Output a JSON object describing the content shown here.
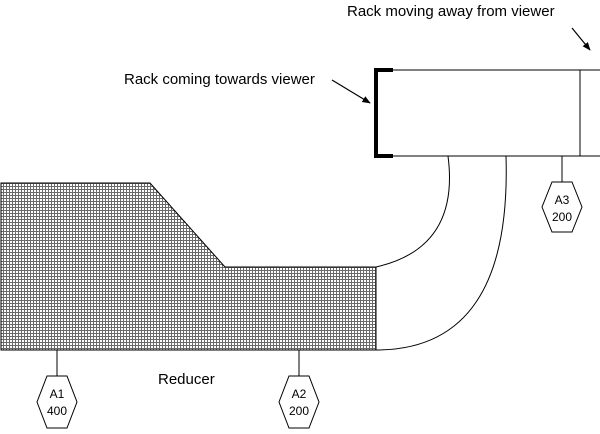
{
  "labels": {
    "rack_away": "Rack moving away from viewer",
    "rack_towards": "Rack coming towards viewer",
    "reducer": "Reducer"
  },
  "tags": [
    {
      "id": "A1",
      "value": "400"
    },
    {
      "id": "A2",
      "value": "200"
    },
    {
      "id": "A3",
      "value": "200"
    }
  ],
  "colors": {
    "line": "#000000",
    "hatch_fill": "#7a7a7a",
    "background": "#ffffff"
  }
}
